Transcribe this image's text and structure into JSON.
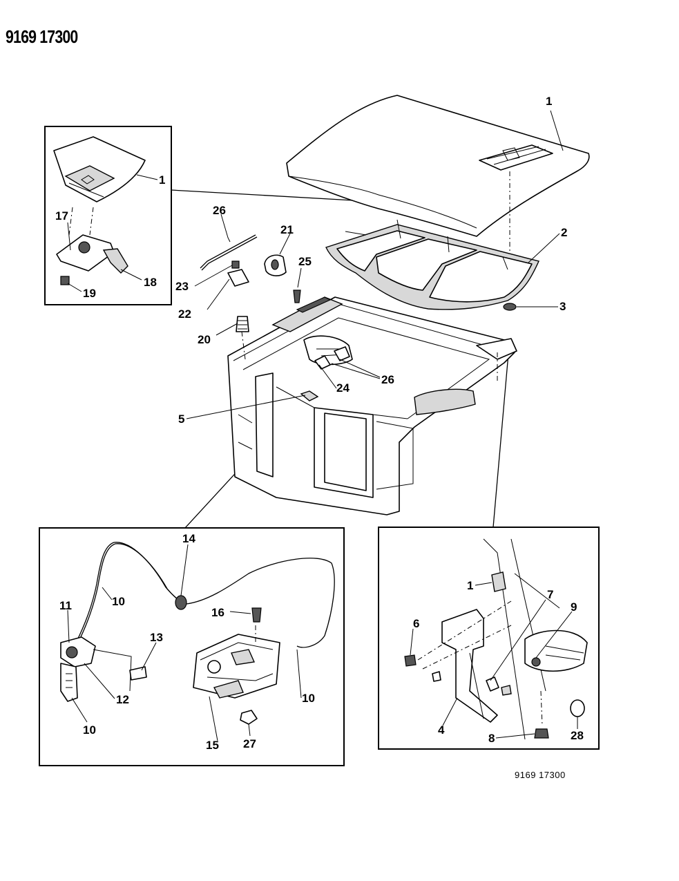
{
  "header": {
    "code": "9169 17300"
  },
  "footer": {
    "code": "9169 17300"
  },
  "callouts": {
    "c1_hood": "1",
    "c1_inset_tl": "1",
    "c1_inset_br": "1",
    "c2": "2",
    "c3": "3",
    "c4": "4",
    "c5": "5",
    "c6": "6",
    "c7": "7",
    "c8": "8",
    "c9": "9",
    "c10_a": "10",
    "c10_b": "10",
    "c10_c": "10",
    "c11": "11",
    "c12": "12",
    "c13": "13",
    "c14": "14",
    "c15": "15",
    "c16": "16",
    "c17": "17",
    "c18": "18",
    "c19": "19",
    "c20": "20",
    "c21": "21",
    "c22": "22",
    "c23": "23",
    "c24": "24",
    "c25": "25",
    "c26_a": "26",
    "c26_b": "26",
    "c27": "27",
    "c28": "28"
  }
}
